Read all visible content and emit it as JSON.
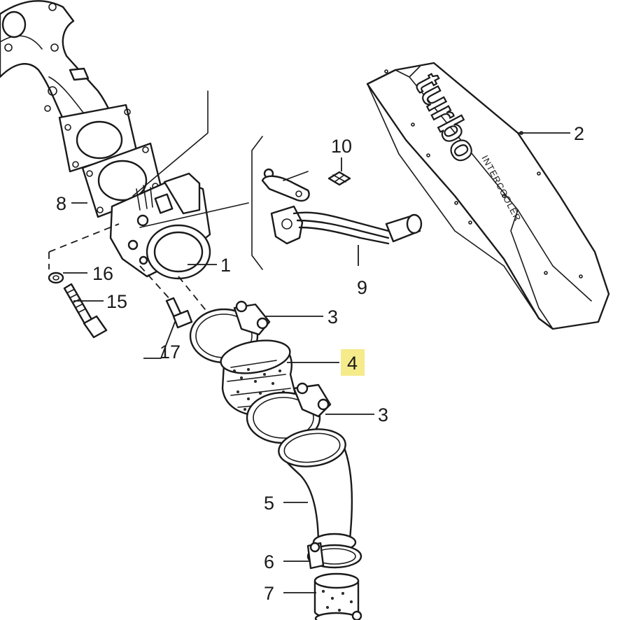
{
  "branding": {
    "turbo_text": "turbo",
    "intercooler_text": "INTERCOOLER"
  },
  "callouts": [
    {
      "id": "1",
      "label": "1",
      "highlighted": false
    },
    {
      "id": "2",
      "label": "2",
      "highlighted": false
    },
    {
      "id": "3a",
      "label": "3",
      "highlighted": false
    },
    {
      "id": "3b",
      "label": "3",
      "highlighted": false
    },
    {
      "id": "4",
      "label": "4",
      "highlighted": true
    },
    {
      "id": "5",
      "label": "5",
      "highlighted": false
    },
    {
      "id": "6",
      "label": "6",
      "highlighted": false
    },
    {
      "id": "7",
      "label": "7",
      "highlighted": false
    },
    {
      "id": "8",
      "label": "8",
      "highlighted": false
    },
    {
      "id": "9",
      "label": "9",
      "highlighted": false
    },
    {
      "id": "10",
      "label": "10",
      "highlighted": false
    },
    {
      "id": "15",
      "label": "15",
      "highlighted": false
    },
    {
      "id": "16",
      "label": "16",
      "highlighted": false
    },
    {
      "id": "17",
      "label": "17",
      "highlighted": false
    }
  ],
  "colors": {
    "highlight": "#f5eb8a",
    "ink": "#1a1a1a",
    "background": "#ffffff"
  }
}
